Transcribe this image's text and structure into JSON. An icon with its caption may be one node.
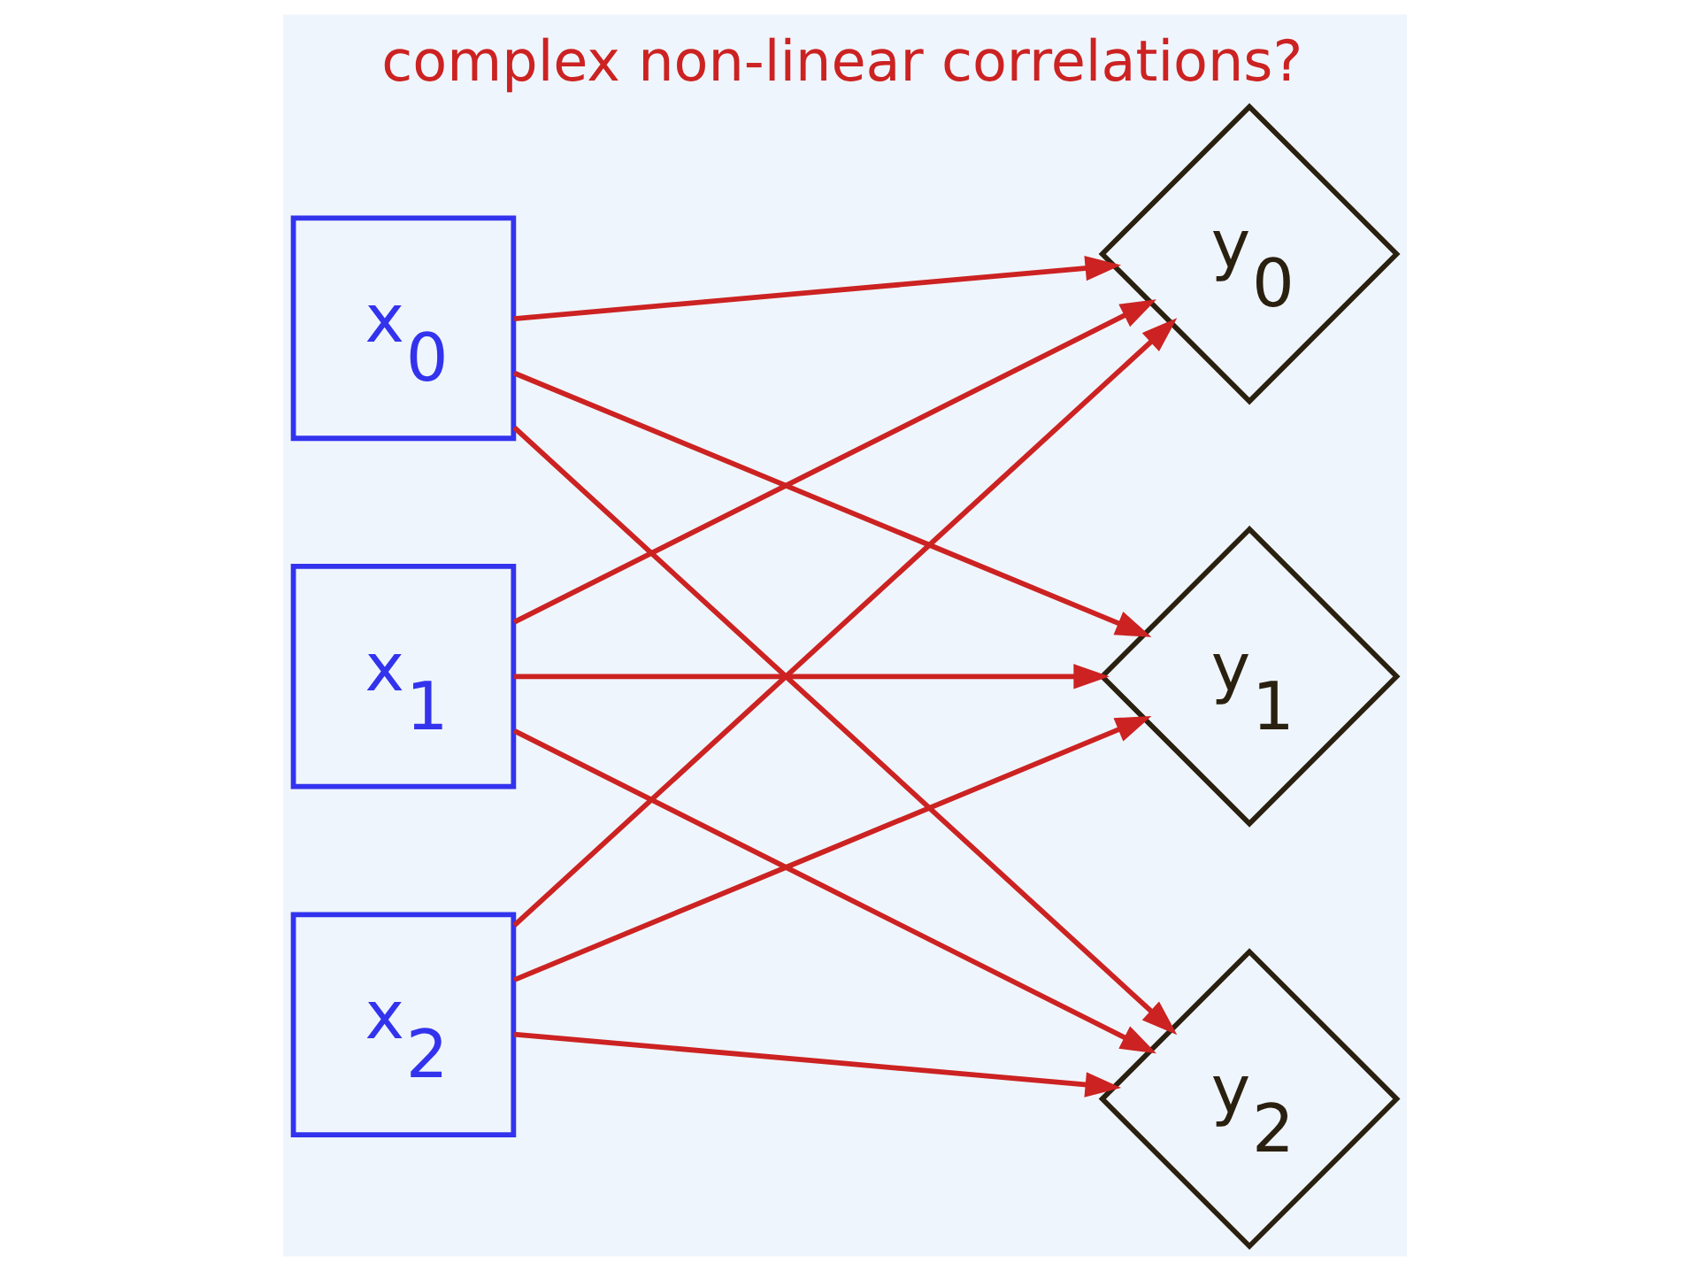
{
  "diagram": {
    "title": "complex non-linear correlations?",
    "nodes": [
      {
        "text": [
          "x$_{0}$"
        ]
      },
      {
        "text": [
          "x$_{1}$"
        ]
      },
      {
        "text": [
          "x$_{2}$"
        ]
      },
      {
        "text": [
          "y$_{0}$"
        ]
      },
      {
        "text": [
          "y$_{1}$"
        ]
      },
      {
        "text": [
          "y$_{2}$"
        ]
      }
    ],
    "edges": [
      {
        "from": 0,
        "to": 3,
        "arrow": "to"
      },
      {
        "from": 0,
        "to": 4,
        "arrow": "to"
      },
      {
        "from": 0,
        "to": 5,
        "arrow": "to"
      },
      {
        "from": 1,
        "to": 3,
        "arrow": "to"
      },
      {
        "from": 1,
        "to": 4,
        "arrow": "to"
      },
      {
        "from": 1,
        "to": 5,
        "arrow": "to"
      },
      {
        "from": 2,
        "to": 3,
        "arrow": "to"
      },
      {
        "from": 2,
        "to": 4,
        "arrow": "to"
      },
      {
        "from": 2,
        "to": 5,
        "arrow": "to"
      }
    ]
  }
}
